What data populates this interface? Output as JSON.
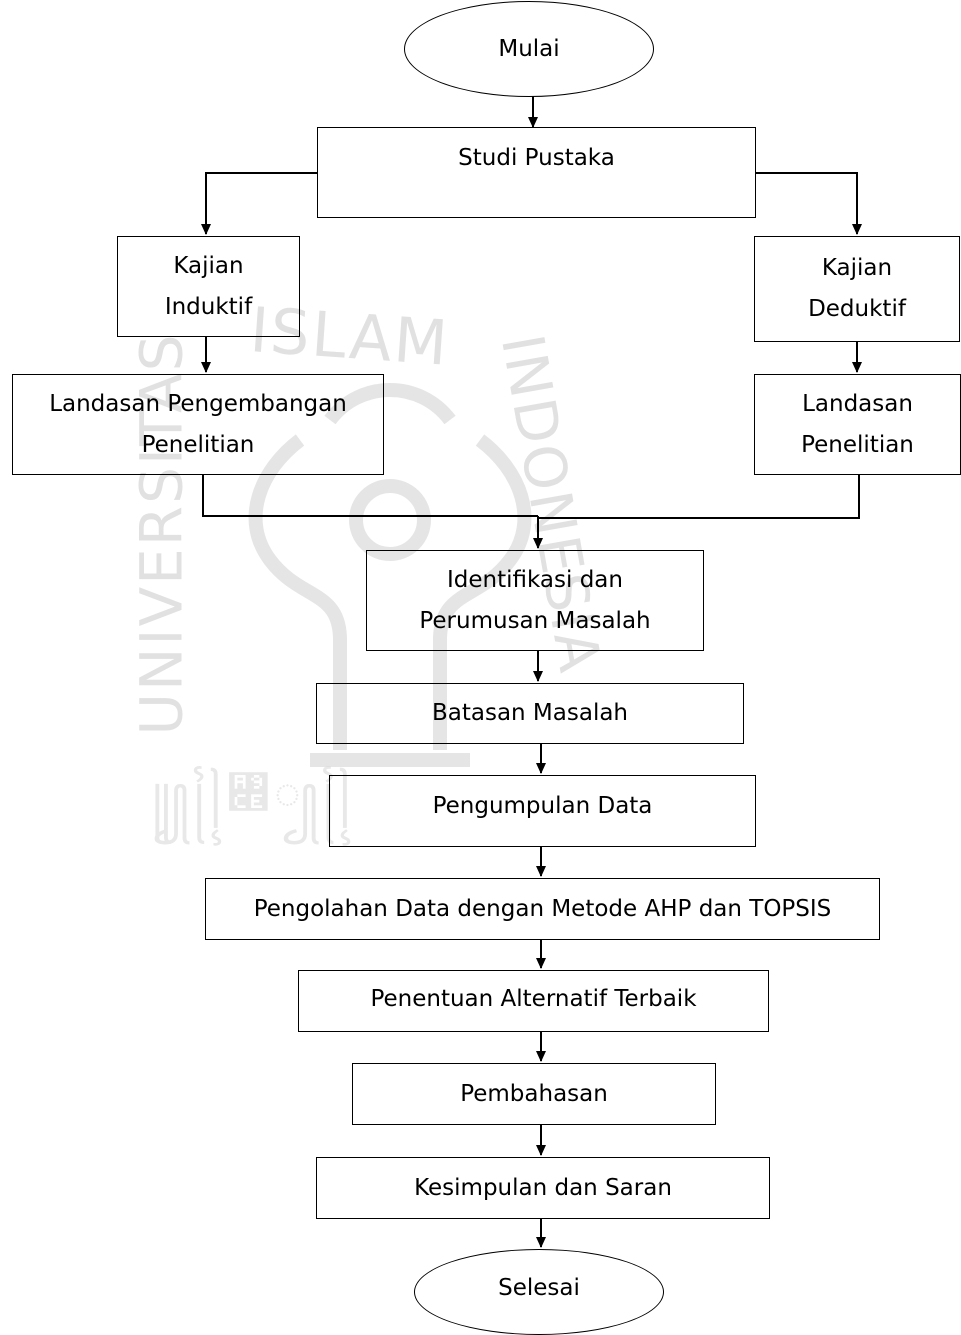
{
  "diagram": {
    "nodes": {
      "mulai": "Mulai",
      "studi_pustaka": "Studi Pustaka",
      "kajian_induktif": [
        "Kajian",
        "Induktif"
      ],
      "kajian_deduktif": [
        "Kajian",
        "Deduktif"
      ],
      "landasan_pengembangan": [
        "Landasan Pengembangan",
        "Penelitian"
      ],
      "landasan_penelitian": [
        "Landasan",
        "Penelitian"
      ],
      "identifikasi": [
        "Identifikasi dan",
        "Perumusan Masalah"
      ],
      "batasan": "Batasan Masalah",
      "pengumpulan": "Pengumpulan Data",
      "pengolahan": "Pengolahan Data dengan Metode AHP dan TOPSIS",
      "penentuan": "Penentuan Alternatif Terbaik",
      "pembahasan": "Pembahasan",
      "kesimpulan": "Kesimpulan dan Saran",
      "selesai": "Selesai"
    },
    "watermark": {
      "top_text": "ISLAM",
      "left_text": "UNIVERSITAS",
      "right_text": "INDONESIA"
    }
  }
}
